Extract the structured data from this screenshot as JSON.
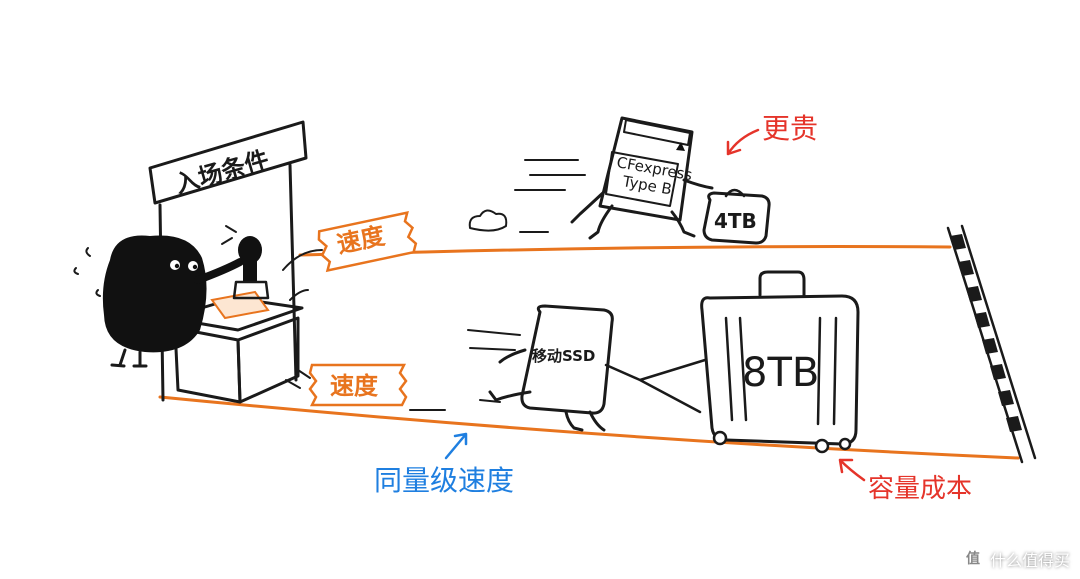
{
  "gate_sign": "入场条件",
  "ticket_top": "速度",
  "ticket_bottom": "速度",
  "cfexpress_label_line1": "CFexpress",
  "cfexpress_label_line2": "Type B",
  "small_bag_label": "4TB",
  "ssd_label": "移动SSD",
  "suitcase_label": "8TB",
  "annotation_more_expensive": "更贵",
  "annotation_same_speed": "同量级速度",
  "annotation_capacity_cost": "容量成本",
  "watermark_text": "什么值得买",
  "watermark_badge": "值",
  "colors": {
    "track": "#e8741e",
    "red_note": "#e5342a",
    "blue_note": "#1f7fe0",
    "ink": "#1a1a1a"
  }
}
